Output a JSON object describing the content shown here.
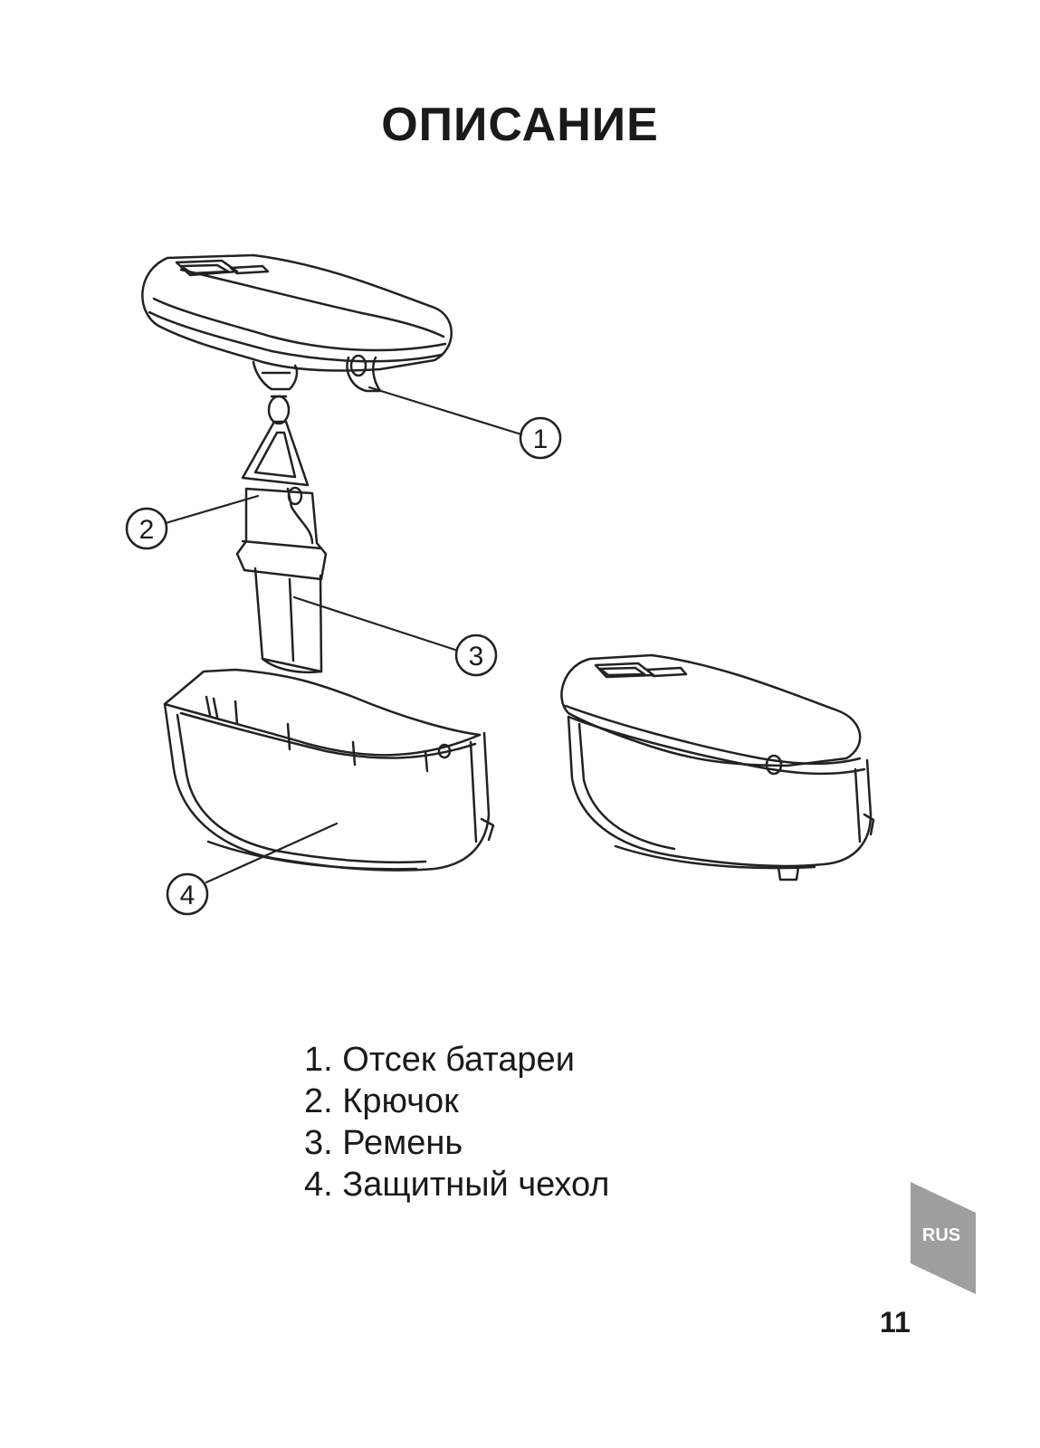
{
  "page": {
    "title": "ОПИСАНИЕ",
    "page_number": "11",
    "language_tab": "RUS"
  },
  "figure": {
    "callouts": [
      "1",
      "2",
      "3",
      "4"
    ]
  },
  "parts": [
    {
      "num": "1.",
      "label": "Отсек батареи"
    },
    {
      "num": "2.",
      "label": "Крючок"
    },
    {
      "num": "3.",
      "label": "Ремень"
    },
    {
      "num": "4.",
      "label": "Защитный чехол"
    }
  ],
  "colors": {
    "text": "#1a1a1a",
    "line": "#222222",
    "tab": "#9e9e9e"
  }
}
